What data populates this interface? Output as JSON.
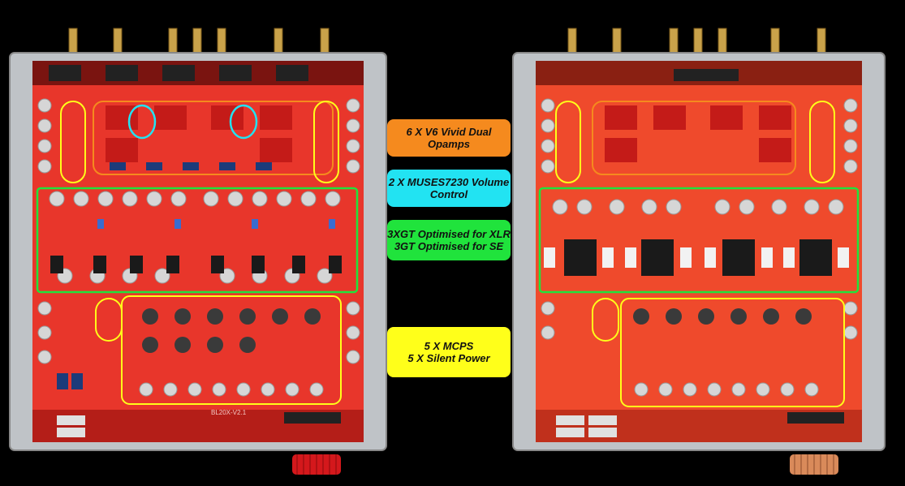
{
  "labels": {
    "opamps": "6 X V6 Vivid Dual\nOpamps",
    "volume": "2 X MUSES7230 Volume\nControl",
    "gain_stage": "3XGT Optimised for XLR\n3GT Optimised for SE",
    "power": "5 X MCPS\n5 X Silent Power"
  },
  "pcb_marks": {
    "left_board_id": "BL20X-V2.1"
  },
  "colors": {
    "background": "#000000",
    "pcb": "#e8362b",
    "chassis": "#bfc3c7",
    "opamp_highlight": "#f58a1e",
    "volume_highlight": "#22e3f2",
    "gain_highlight": "#20e33c",
    "power_highlight": "#ffff1a",
    "left_knob": "#d4181c",
    "right_knob": "#d98a5a"
  }
}
